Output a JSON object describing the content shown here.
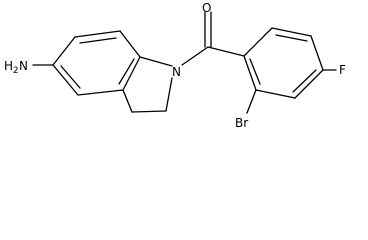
{
  "molecule": {
    "atoms": {
      "amine": "H",
      "amine_h_count": "2",
      "amine_n": "N",
      "ring_n": "N",
      "oxygen": "O",
      "bromine": "Br",
      "fluorine": "F"
    }
  }
}
